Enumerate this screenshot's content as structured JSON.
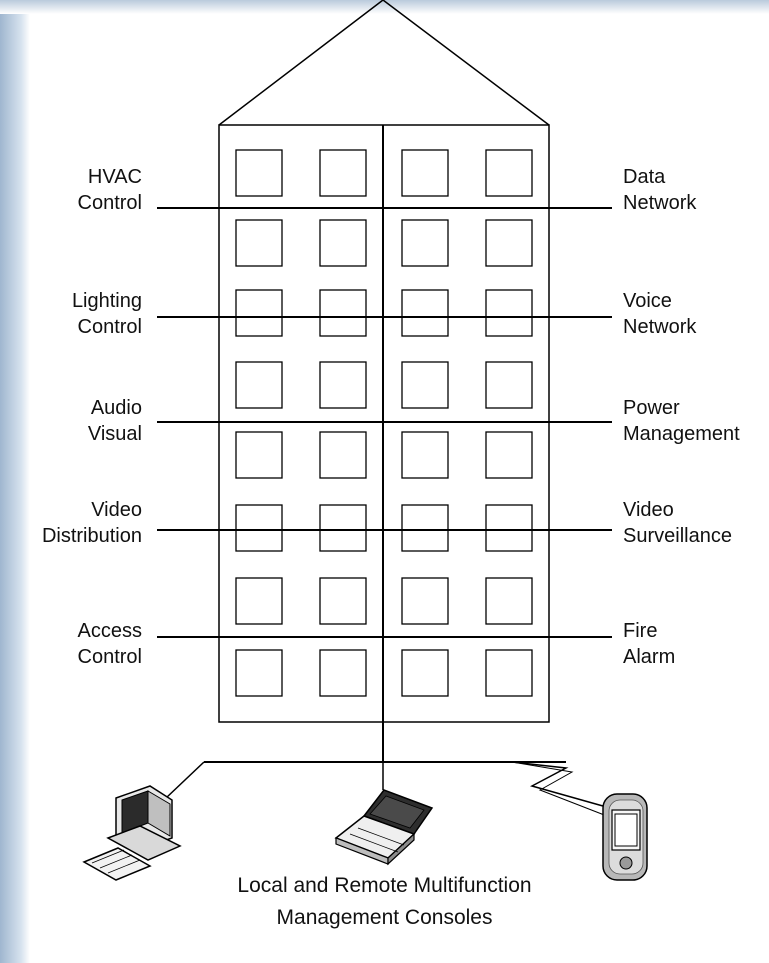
{
  "left_systems": [
    {
      "line1": "HVAC",
      "line2": "Control"
    },
    {
      "line1": "Lighting",
      "line2": "Control"
    },
    {
      "line1": "Audio",
      "line2": "Visual"
    },
    {
      "line1": "Video",
      "line2": "Distribution"
    },
    {
      "line1": "Access",
      "line2": "Control"
    }
  ],
  "right_systems": [
    {
      "line1": "Data",
      "line2": "Network"
    },
    {
      "line1": "Voice",
      "line2": "Network"
    },
    {
      "line1": "Power",
      "line2": "Management"
    },
    {
      "line1": "Video",
      "line2": "Surveillance"
    },
    {
      "line1": "Fire",
      "line2": "Alarm"
    }
  ],
  "caption": {
    "line1": "Local and Remote Multifunction",
    "line2": "Management Consoles"
  },
  "devices": {
    "desktop": "desktop-computer-icon",
    "laptop": "laptop-icon",
    "handheld": "handheld-device-icon"
  }
}
